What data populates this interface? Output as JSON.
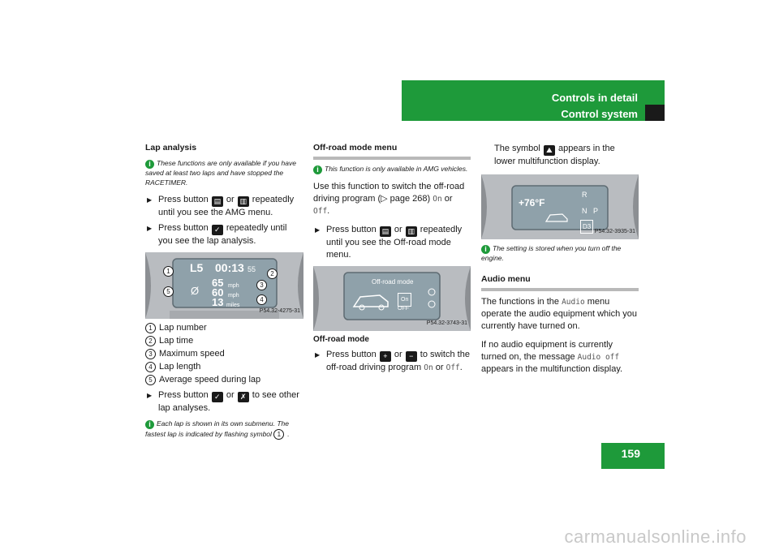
{
  "header": {
    "section": "Controls in detail",
    "subsection": "Control system"
  },
  "page_number": "159",
  "col1": {
    "heading": "Lap analysis",
    "note1": "These functions are only available if you have saved at least two laps and have stopped the RACETIMER.",
    "step1_a": "Press button",
    "step1_or": "or",
    "step1_b": "repeatedly until you see the AMG menu.",
    "step2_a": "Press button",
    "step2_b": "repeatedly until you see the lap analysis.",
    "figure": {
      "ref": "P54.32-4275-31",
      "screen": {
        "lap": "L5",
        "time": "00:13",
        "hundredths": "55",
        "avg_symbol": "Ø",
        "max_speed": "65",
        "avg_speed": "60",
        "length": "13",
        "unit_mph": "mph",
        "unit_miles": "miles"
      },
      "callouts": [
        "1",
        "2",
        "3",
        "4",
        "5"
      ]
    },
    "legend": [
      {
        "n": "1",
        "text": "Lap number"
      },
      {
        "n": "2",
        "text": "Lap time"
      },
      {
        "n": "3",
        "text": "Maximum speed"
      },
      {
        "n": "4",
        "text": "Lap length"
      },
      {
        "n": "5",
        "text": "Average speed during lap"
      }
    ],
    "step3_a": "Press button",
    "step3_or": "or",
    "step3_b": "to see other lap analyses.",
    "note2": "Each lap is shown in its own submenu. The fastest lap is indicated by flashing symbol",
    "note2_ref": "1",
    "note2_end": "."
  },
  "col2": {
    "heading": "Off-road mode menu",
    "note1": "This function is only available in AMG vehicles.",
    "para_a": "Use this function to switch the off-road driving program (",
    "para_page": "page 268",
    "para_b": ")",
    "on": "On",
    "or": "or",
    "off": "Off",
    "step1_a": "Press button",
    "step1_or": "or",
    "step1_b": "repeatedly until you see the Off-road mode menu.",
    "figure": {
      "ref": "P54.32-3743-31",
      "title": "Off-road mode",
      "on": "On",
      "off": "OFF"
    },
    "caption": "Off-road mode",
    "step2_a": "Press button",
    "step2_or": "or",
    "step2_b": "to switch the off-road driving program",
    "step2_on": "On",
    "step2_or2": "or",
    "step2_off": "Off",
    "step2_end": "."
  },
  "col3": {
    "para1_a": "The symbol",
    "para1_b": "appears in the lower multifunction display.",
    "figure": {
      "ref": "P54.32-3935-31",
      "temp": "+76°F",
      "gear_r": "R",
      "gear_n": "N",
      "gear_p": "P",
      "gear_d": "D3"
    },
    "note1": "The setting is stored when you turn off the engine.",
    "heading": "Audio menu",
    "para2_a": "The functions in the",
    "para2_code": "Audio",
    "para2_b": "menu operate the audio equipment which you currently have turned on.",
    "para3_a": "If no audio equipment is currently turned on, the message",
    "para3_code": "Audio off",
    "para3_b": "appears in the multifunction display."
  },
  "footer": {
    "watermark": "carmanualsonline.info"
  }
}
